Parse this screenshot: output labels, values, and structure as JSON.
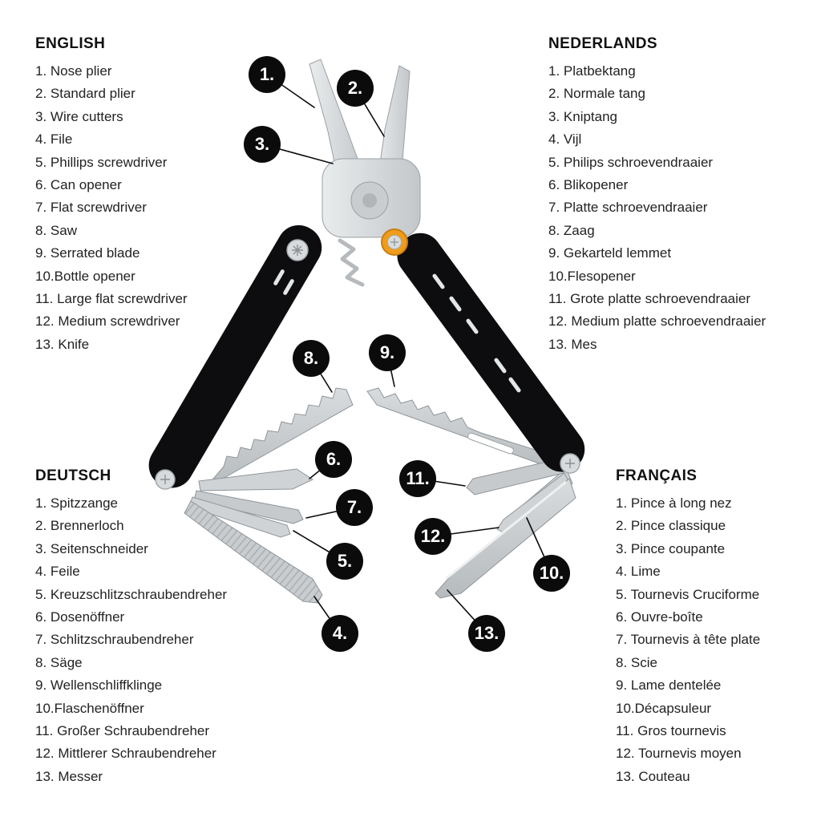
{
  "document": {
    "type": "multitool-instruction-diagram",
    "colors": {
      "background": "#ffffff",
      "text": "#1d1d1d",
      "callout_bg": "#0b0b0b",
      "callout_text": "#ffffff",
      "handle_black": "#0d0d0f",
      "metal_gray": "#c9cdd0",
      "orange_screw": "#ef9c1d"
    }
  },
  "languages": [
    {
      "title": "ENGLISH",
      "items": [
        "1. Nose plier",
        "2. Standard plier",
        "3. Wire cutters",
        "4. File",
        "5. Phillips screwdriver",
        "6. Can opener",
        "7. Flat screwdriver",
        "8. Saw",
        "9. Serrated blade",
        "10.Bottle opener",
        "11. Large flat screwdriver",
        "12. Medium screwdriver",
        "13. Knife"
      ]
    },
    {
      "title": "NEDERLANDS",
      "items": [
        "1. Platbektang",
        "2. Normale tang",
        "3. Kniptang",
        "4. Vijl",
        "5. Philips schroevendraaier",
        "6. Blikopener",
        "7. Platte schroevendraaier",
        "8. Zaag",
        "9. Gekarteld lemmet",
        "10.Flesopener",
        "11. Grote platte schroevendraaier",
        "12. Medium platte schroevendraaier",
        "13. Mes"
      ]
    },
    {
      "title": "DEUTSCH",
      "items": [
        "1. Spitzzange",
        "2. Brennerloch",
        "3. Seitenschneider",
        "4. Feile",
        "5. Kreuzschlitzschraubendreher",
        "6. Dosenöffner",
        "7. Schlitzschraubendreher",
        "8. Säge",
        "9. Wellenschliffklinge",
        "10.Flaschenöffner",
        "11. Großer Schraubendreher",
        "12. Mittlerer Schraubendreher",
        "13. Messer"
      ]
    },
    {
      "title": "FRANÇAIS",
      "items": [
        "1. Pince à long nez",
        "2. Pince classique",
        "3. Pince coupante",
        "4. Lime",
        "5. Tournevis Cruciforme",
        "6. Ouvre-boîte",
        "7. Tournevis à tête plate",
        "8. Scie",
        "9. Lame dentelée",
        "10.Décapsuleur",
        "11. Gros tournevis",
        "12. Tournevis moyen",
        "13. Couteau"
      ]
    }
  ],
  "callouts": [
    "1.",
    "2.",
    "3.",
    "4.",
    "5.",
    "6.",
    "7.",
    "8.",
    "9.",
    "10.",
    "11.",
    "12.",
    "13."
  ]
}
